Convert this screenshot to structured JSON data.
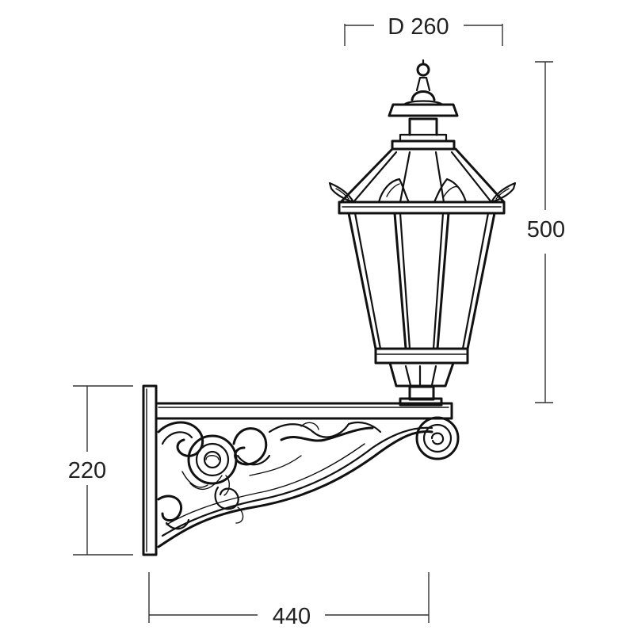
{
  "dimensions": {
    "diameter_label": "D 260",
    "height_label": "500",
    "bracket_height_label": "220",
    "projection_label": "440"
  },
  "colors": {
    "ink": "#111111",
    "dimension_line": "#333333",
    "background": "#ffffff"
  }
}
